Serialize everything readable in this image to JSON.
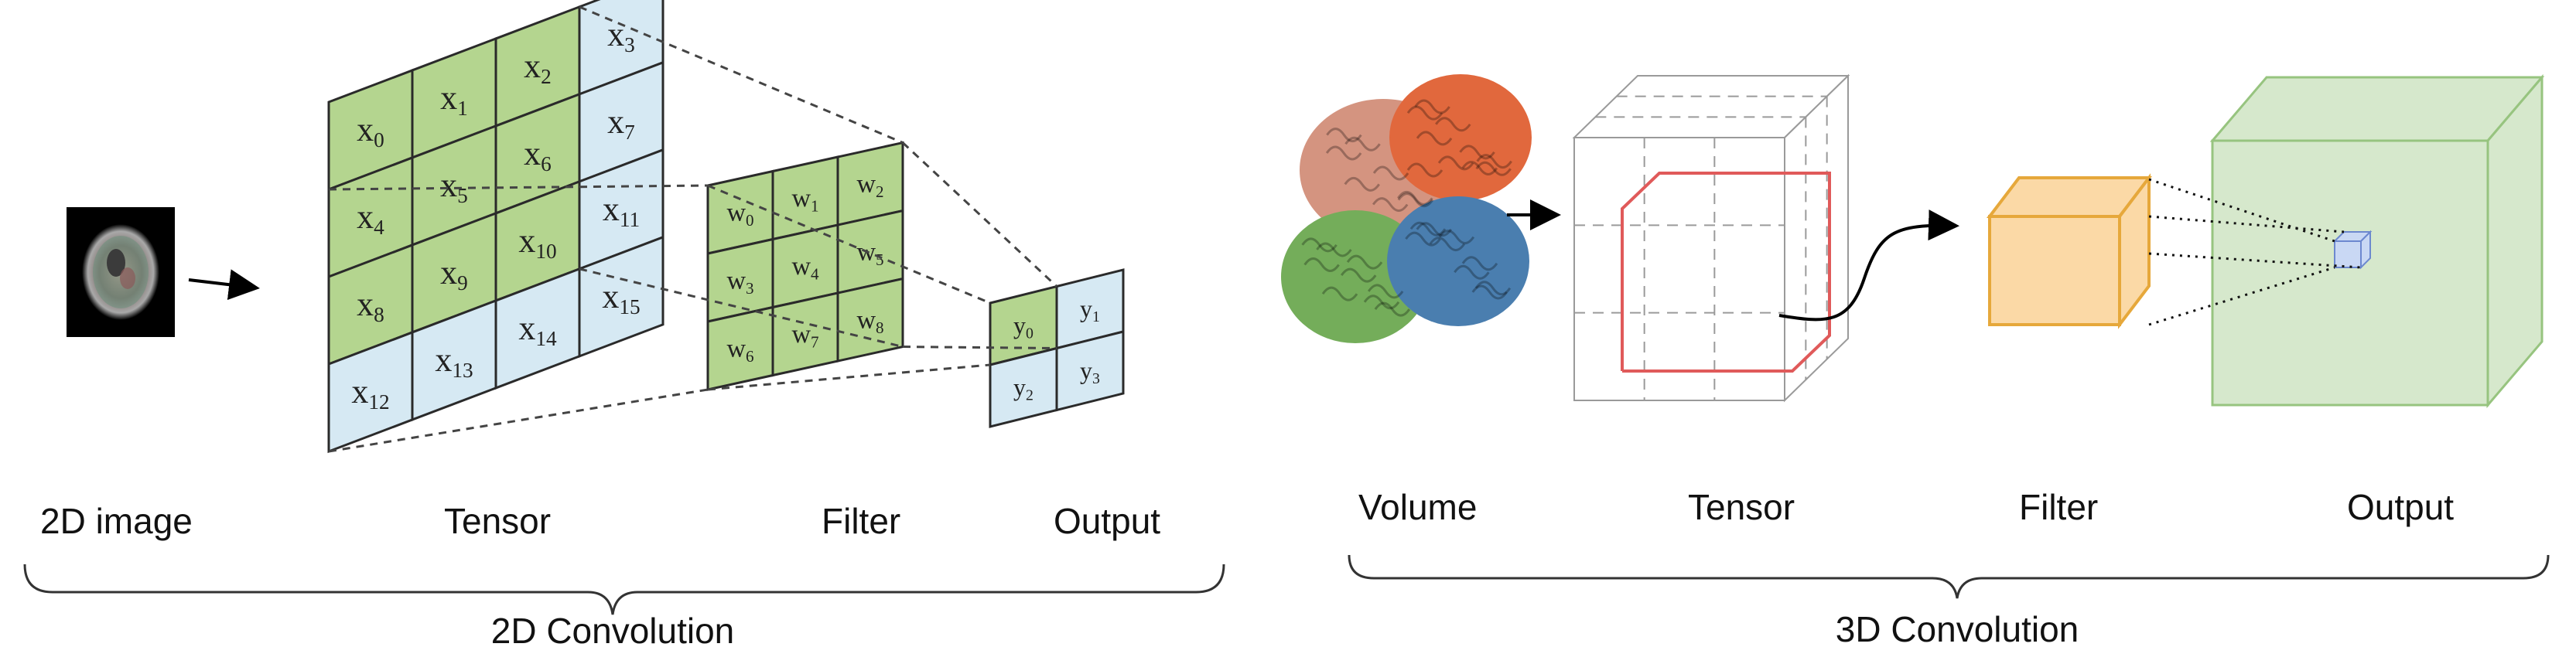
{
  "left": {
    "labels": {
      "image": "2D image",
      "tensor": "Tensor",
      "filter": "Filter",
      "output": "Output",
      "group": "2D Convolution"
    },
    "tensor_cells": [
      [
        "0",
        "1",
        "2",
        "3"
      ],
      [
        "4",
        "5",
        "6",
        "7"
      ],
      [
        "8",
        "9",
        "10",
        "11"
      ],
      [
        "12",
        "13",
        "14",
        "15"
      ]
    ],
    "tensor_highlight": [
      [
        true,
        true,
        true,
        false
      ],
      [
        true,
        true,
        true,
        false
      ],
      [
        true,
        true,
        true,
        false
      ],
      [
        false,
        false,
        false,
        false
      ]
    ],
    "tensor_symbol": "x",
    "filter_cells": [
      [
        "0",
        "1",
        "2"
      ],
      [
        "3",
        "4",
        "5"
      ],
      [
        "6",
        "7",
        "8"
      ]
    ],
    "filter_symbol": "w",
    "output_cells": [
      [
        "0",
        "1"
      ],
      [
        "2",
        "3"
      ]
    ],
    "output_highlight": [
      [
        true,
        false
      ],
      [
        false,
        false
      ]
    ],
    "output_symbol": "y"
  },
  "right": {
    "labels": {
      "volume": "Volume",
      "tensor": "Tensor",
      "filter": "Filter",
      "output": "Output",
      "group": "3D Convolution"
    }
  },
  "colors": {
    "green": "#b4d58f",
    "blue": "#d6e9f3",
    "grid": "#2a2a2a",
    "tensor_outline": "#e05a5a",
    "filter_cube": "#fbd9a6",
    "filter_edge": "#e6a83b",
    "output_cube": "#cfe4c3",
    "output_edge": "#97c47f",
    "mini_cube": "#c9d8f4",
    "mini_edge": "#6c88cf",
    "brain_pink": "#d49480",
    "brain_orange": "#e1683d",
    "brain_green": "#74ad5a",
    "brain_blue": "#4a7eaf"
  }
}
